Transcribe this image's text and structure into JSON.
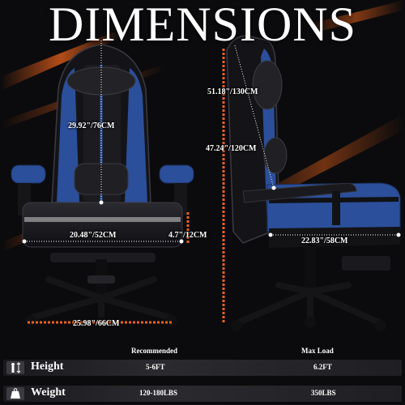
{
  "title": "DIMENSIONS",
  "colors": {
    "accent_orange": "#e8621c",
    "chair_blue": "#2b4f9a",
    "chair_black": "#141418",
    "background": "#0b0b0d"
  },
  "front_view": {
    "backrest_height": "29.92\"/76CM",
    "seat_width": "20.48\"/52CM",
    "cushion_thickness": "4.7\"/12CM",
    "base_width": "25.98\"/66CM"
  },
  "side_view": {
    "total_height": "51.18\"/130CM",
    "backrest_side_height": "47.24\"/120CM",
    "seat_depth": "22.83\"/58CM"
  },
  "specs": {
    "recommended_header": "Recommended",
    "max_load_header": "Max Load",
    "rows": [
      {
        "label": "Height",
        "icon": "height-icon",
        "recommended": "5-6FT",
        "max": "6.2FT"
      },
      {
        "label": "Weight",
        "icon": "weight-icon",
        "recommended": "120-180LBS",
        "max": "350LBS"
      }
    ]
  }
}
